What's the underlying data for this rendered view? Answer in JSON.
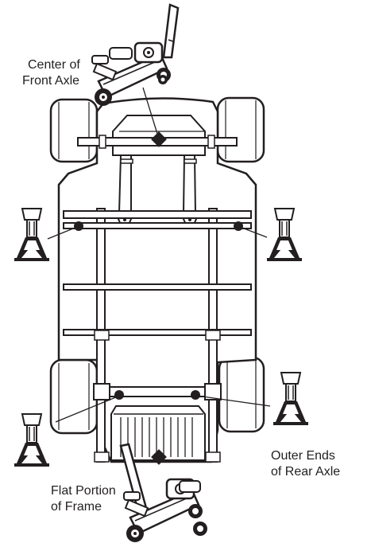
{
  "labels": {
    "front_axle_line1": "Center of",
    "front_axle_line2": "Front Axle",
    "rear_axle_line1": "Outer Ends",
    "rear_axle_line2": "of Rear Axle",
    "frame_line1": "Flat Portion",
    "frame_line2": "of Frame"
  },
  "colors": {
    "ink": "#231f20",
    "paper": "#ffffff"
  }
}
